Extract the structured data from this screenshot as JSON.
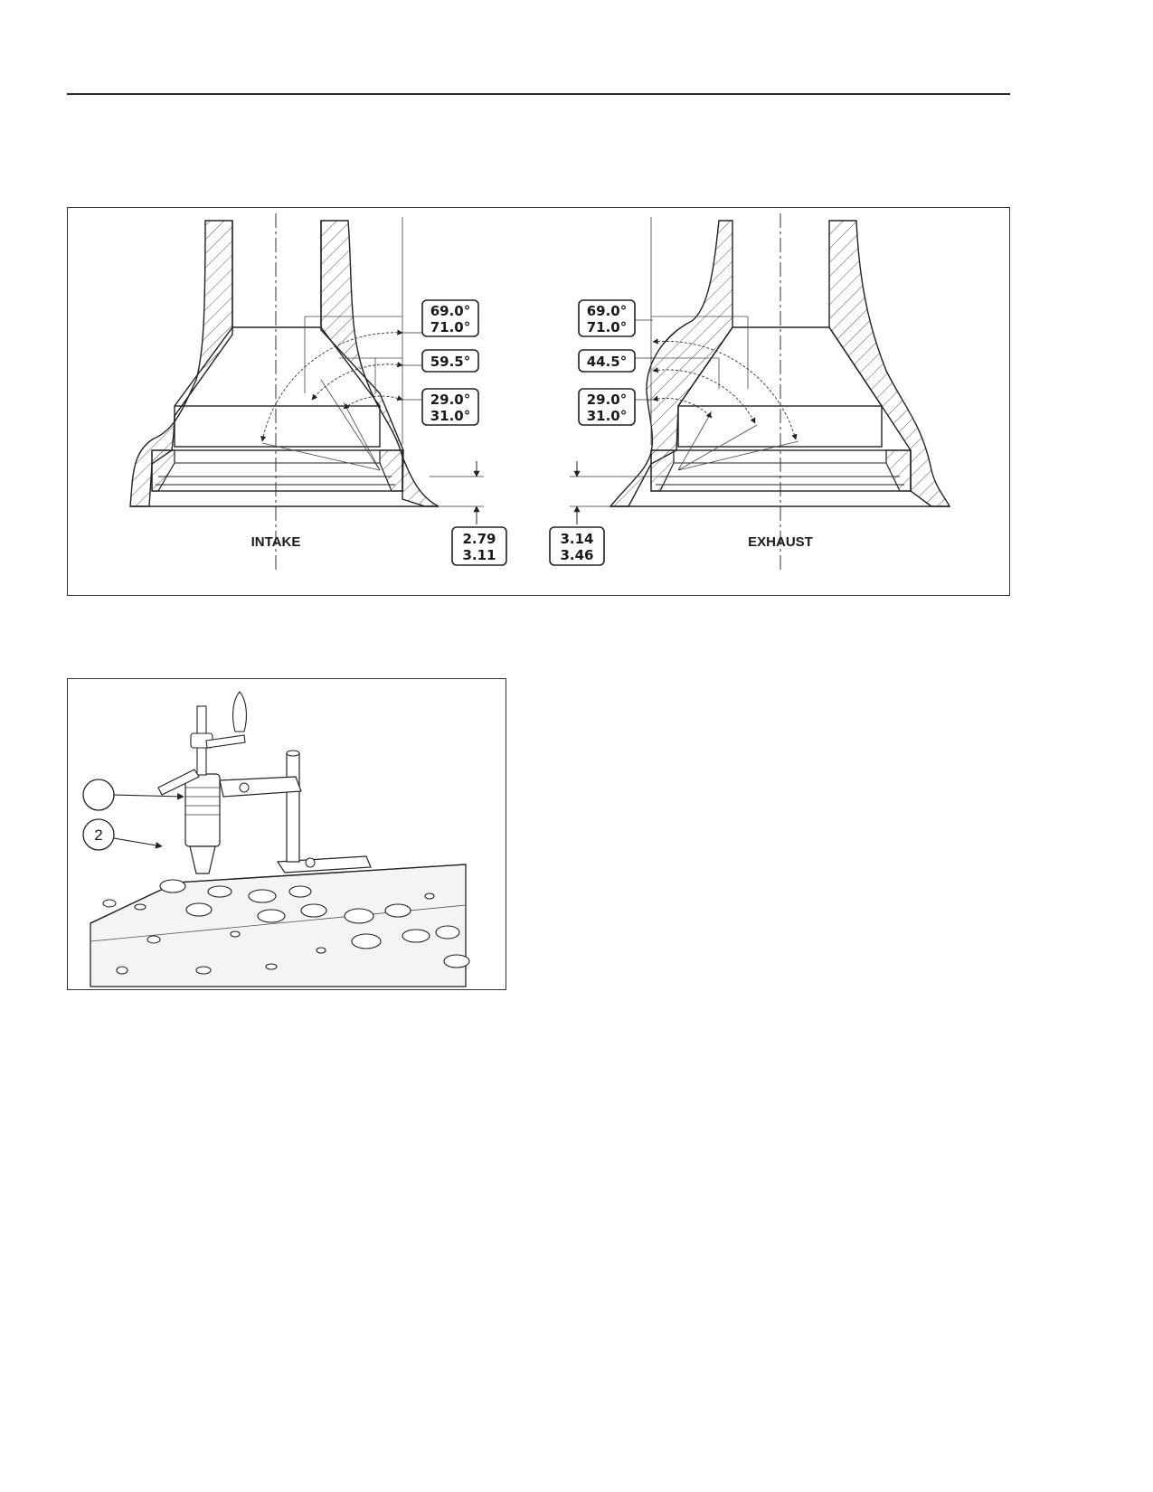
{
  "top_figure": {
    "intake": {
      "caption": "INTAKE",
      "angle_upper": [
        "69.0°",
        "71.0°"
      ],
      "angle_mid": "59.5°",
      "angle_lower": [
        "29.0°",
        "31.0°"
      ],
      "depth": [
        "2.79",
        "3.11"
      ]
    },
    "exhaust": {
      "caption": "EXHAUST",
      "angle_upper": [
        "69.0°",
        "71.0°"
      ],
      "angle_mid": "44.5°",
      "angle_lower": [
        "29.0°",
        "31.0°"
      ],
      "depth": [
        "3.14",
        "3.46"
      ]
    }
  },
  "bottom_figure": {
    "callouts": [
      "",
      "2"
    ]
  }
}
